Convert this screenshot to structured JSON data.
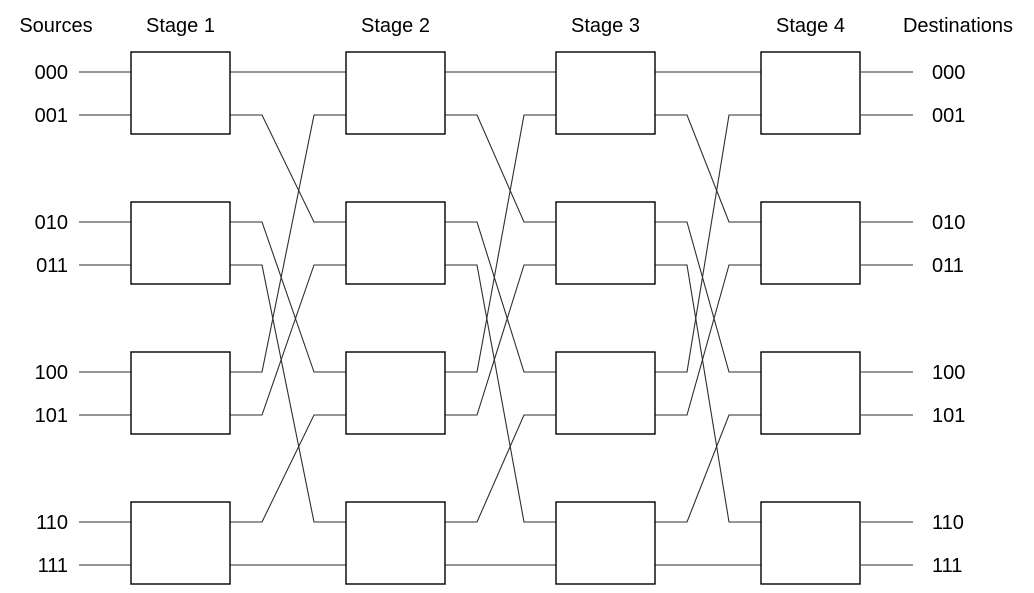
{
  "diagram": {
    "title_row": {
      "sources": "Sources",
      "stages": [
        "Stage 1",
        "Stage 2",
        "Stage 3",
        "Stage 4"
      ],
      "destinations": "Destinations"
    },
    "source_labels": [
      "000",
      "001",
      "010",
      "011",
      "100",
      "101",
      "110",
      "111"
    ],
    "destination_labels": [
      "000",
      "001",
      "010",
      "011",
      "100",
      "101",
      "110",
      "111"
    ],
    "network": {
      "description": "8x8 multistage interconnection network of 2x2 switch boxes",
      "num_stages": 4,
      "switches_per_stage": 4,
      "ports_per_stage": 8,
      "source_to_stage1": "straight",
      "stage4_to_destinations": "straight",
      "interstage_pattern": "perfect-shuffle",
      "corridors": [
        {
          "from": "Stage 1",
          "to": "Stage 2",
          "port_mapping": [
            0,
            2,
            4,
            6,
            1,
            3,
            5,
            7
          ]
        },
        {
          "from": "Stage 2",
          "to": "Stage 3",
          "port_mapping": [
            0,
            2,
            4,
            6,
            1,
            3,
            5,
            7
          ]
        },
        {
          "from": "Stage 3",
          "to": "Stage 4",
          "port_mapping": [
            0,
            2,
            4,
            6,
            1,
            3,
            5,
            7
          ]
        }
      ]
    },
    "colors": {
      "background": "#ffffff",
      "wire": "#2e2e2e",
      "box_border": "#000000",
      "box_fill": "#ffffff",
      "text": "#000000"
    }
  }
}
